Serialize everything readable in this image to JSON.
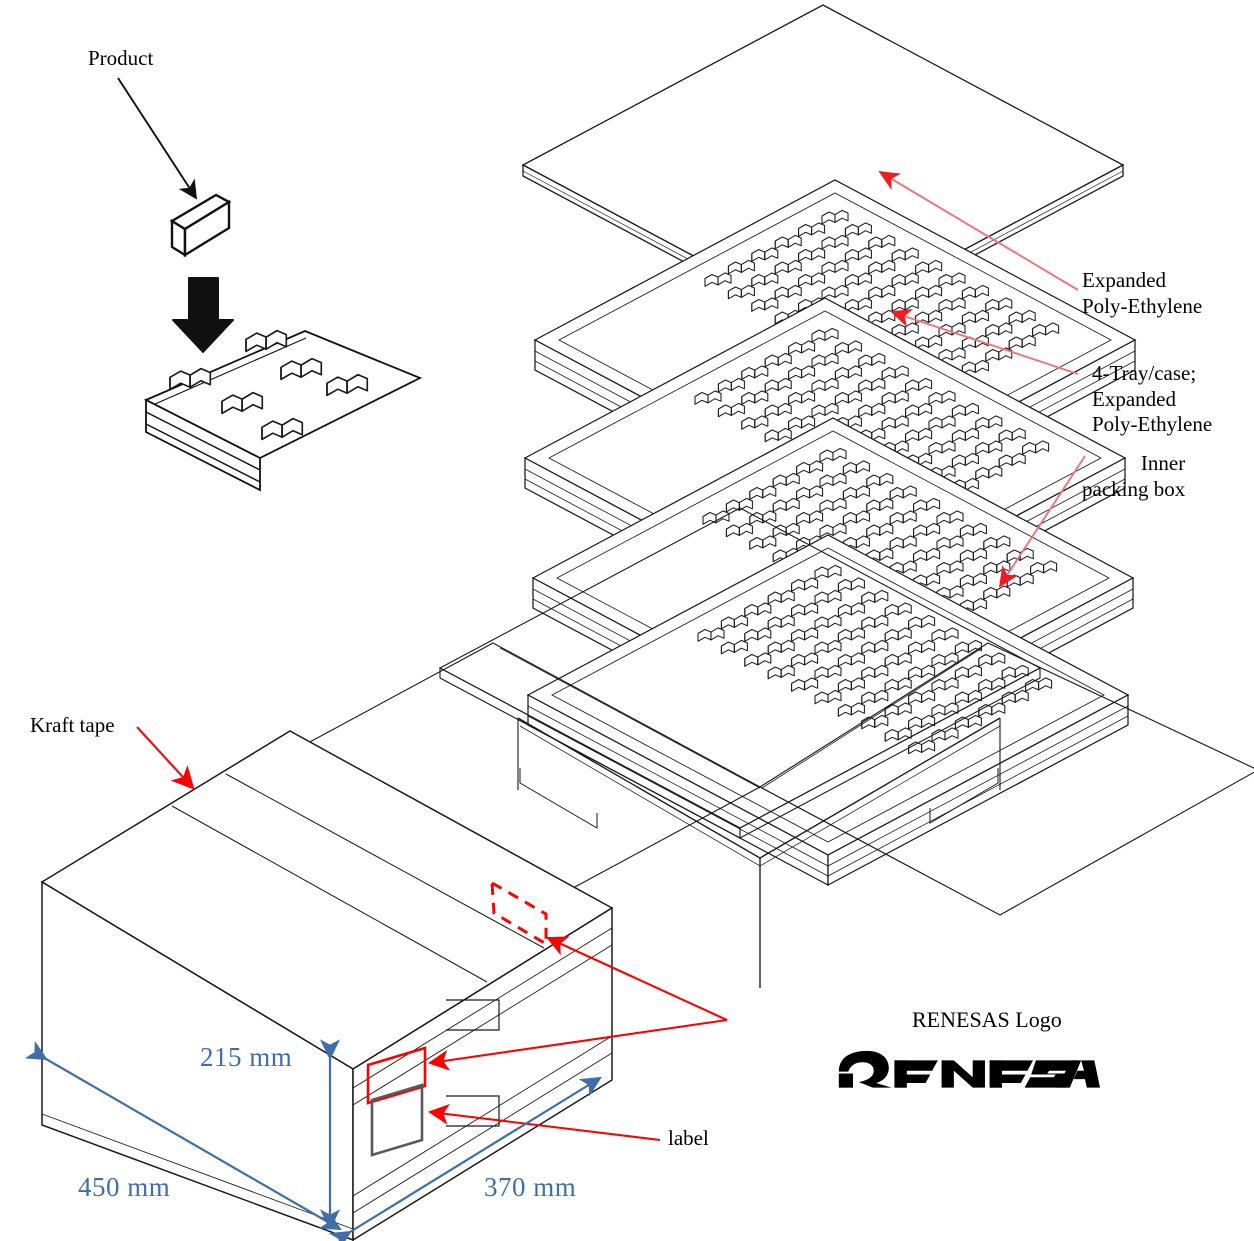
{
  "diagram": {
    "title": "Renesas packing specification exploded view",
    "colors": {
      "line": "#1a1a1a",
      "leader_red": "#ff0000",
      "leader_pink": "#f4707d",
      "dimension_blue": "#3F6EA8",
      "label_box_gray": "#595959",
      "logo_black": "#000000",
      "background": "#ffffff"
    }
  },
  "callouts": {
    "product": "Product",
    "expanded_poly_ethylene": "Expanded\nPoly-Ethylene",
    "four_tray_case": "4-Tray/case;\nExpanded\nPoly-Ethylene",
    "inner_packing_box": "Inner\npacking box",
    "kraft_tape": "Kraft tape",
    "label": "label",
    "renesas_logo_caption": "RENESAS Logo",
    "renesas_wordmark": "RENESAS"
  },
  "dimensions": {
    "height": "215 mm",
    "length": "450 mm",
    "width": "370 mm",
    "unit": "mm",
    "values": {
      "height_mm": 215,
      "length_mm": 450,
      "width_mm": 370
    }
  },
  "packing": {
    "trays_per_case": 4,
    "tray_material": "Expanded Poly-Ethylene",
    "cushion_material": "Expanded Poly-Ethylene",
    "box_type": "Inner packing box",
    "seal": "Kraft tape",
    "markings": [
      "RENESAS Logo",
      "label"
    ]
  },
  "tray_grid": {
    "rows": 6,
    "cols": 10,
    "pocket_icon": "product-pocket-icon"
  },
  "icons": {
    "down_arrow": "down-arrow-icon",
    "leader_arrow": "leader-arrow-icon",
    "dimension_arrow": "dimension-arrow-icon"
  }
}
